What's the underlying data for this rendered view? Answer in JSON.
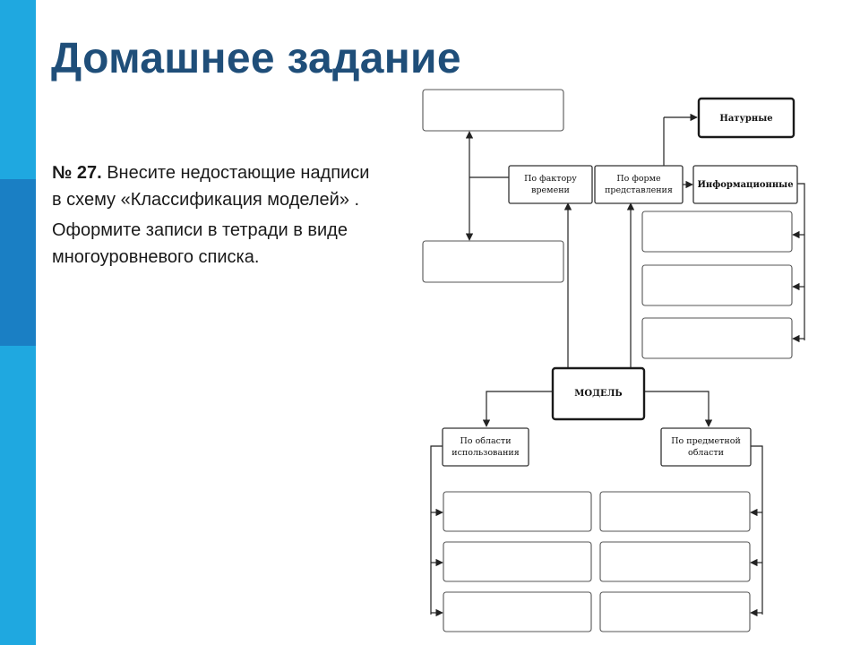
{
  "slide": {
    "title": "Домашнее задание",
    "task_number": "№ 27.",
    "task_text_1": " Внесите недостающие надписи в схему «Классификация моделей» .",
    "task_text_2": "Оформите записи в тетради в виде многоуровневого списка."
  },
  "diagram": {
    "nodes": {
      "time_factor_line1": "По фактору",
      "time_factor_line2": "времени",
      "form_line1": "По форме",
      "form_line2": "представления",
      "natural": "Натурные",
      "informational": "Информационные",
      "model": "МОДЕЛЬ",
      "usage_line1": "По области",
      "usage_line2": "использования",
      "subject_line1": "По предметной",
      "subject_line2": "области"
    }
  },
  "colors": {
    "title": "#1f4e79",
    "side_bar": "#1fa8e0",
    "side_bar_accent": "#1a7fc4"
  }
}
